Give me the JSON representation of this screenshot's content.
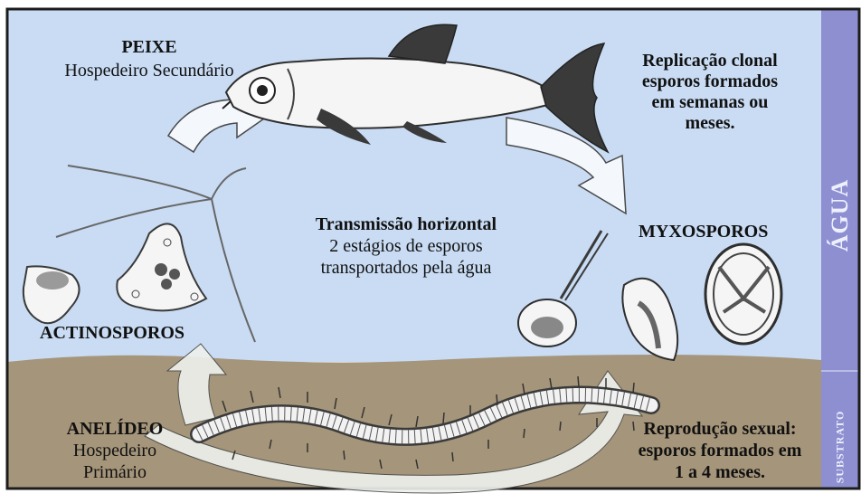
{
  "labels": {
    "peixe_title": "PEIXE",
    "peixe_sub": "Hospedeiro Secundário",
    "replicacao": [
      "Replicação clonal",
      "esporos formados",
      "em semanas ou",
      "meses."
    ],
    "myxosporos": "MYXOSPOROS",
    "transmissao_title": "Transmissão horizontal",
    "transmissao_sub": [
      "2 estágios de esporos",
      "transportados pela água"
    ],
    "actinosporos": "ACTINOSPOROS",
    "anelideo_title": "ANELÍDEO",
    "anelideo_sub": [
      "Hospedeiro",
      "Primário"
    ],
    "reproducao": [
      "Reprodução sexual:",
      "esporos formados em",
      "1 a 4 meses."
    ]
  },
  "side": {
    "agua": "ÁGUA",
    "substrato": "SUBSTRATO"
  },
  "colors": {
    "water": "#c9dcf4",
    "sediment": "#a5957a",
    "side_band": "#8d8fd0",
    "arrow_fill": "#f4f8fd",
    "arrow_stroke": "#4a4a4a"
  }
}
